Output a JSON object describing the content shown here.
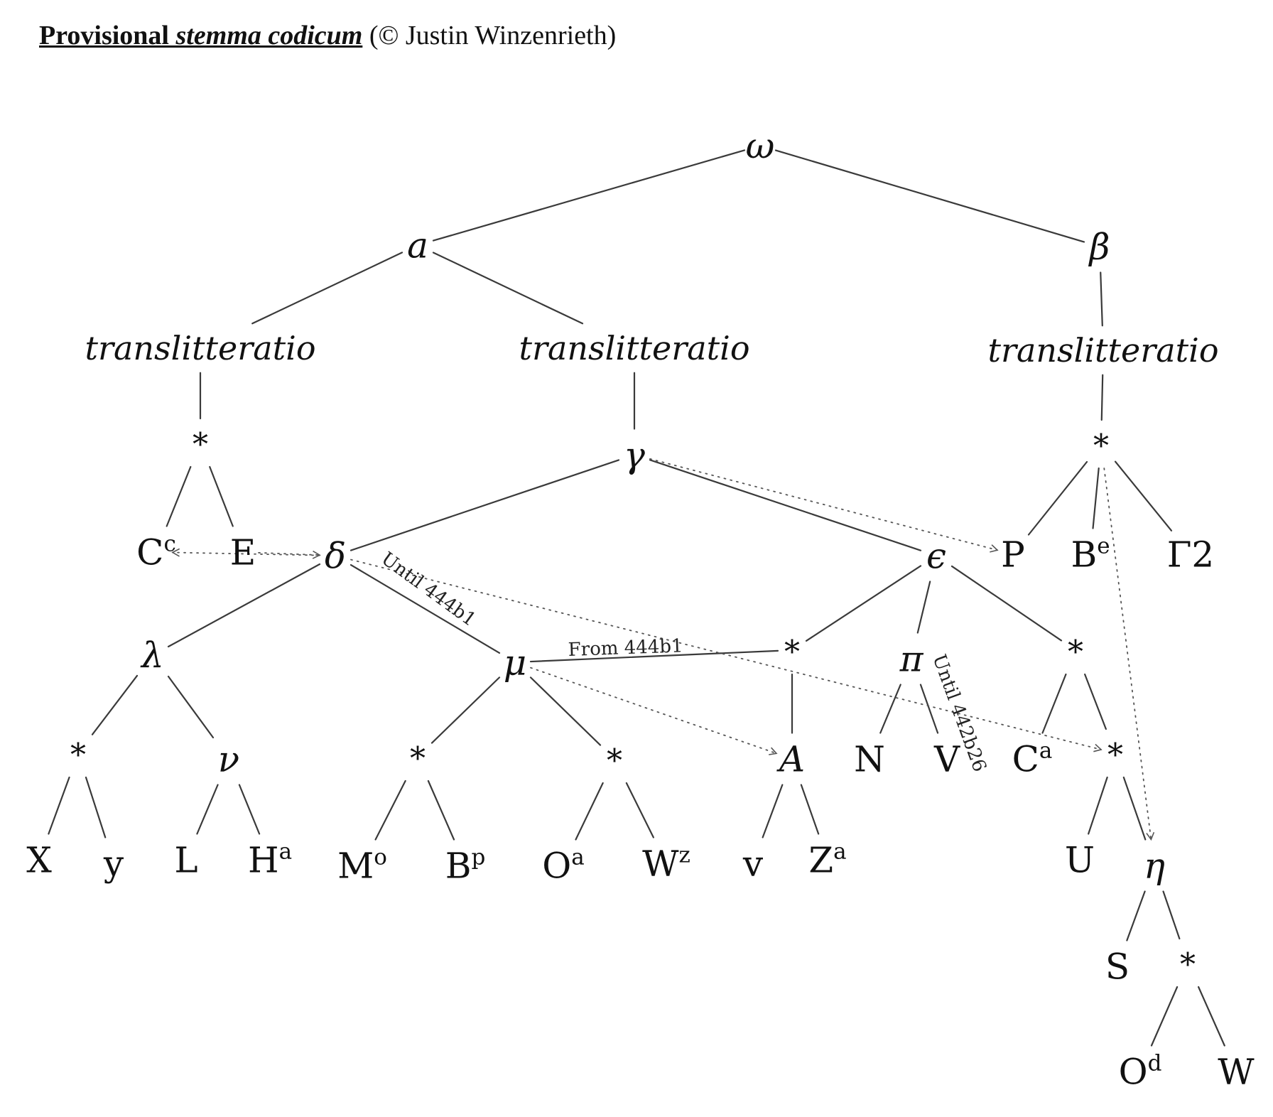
{
  "header": {
    "bold_prefix": "Provisional ",
    "bold_italic": "stemma codicum",
    "suffix": " (© Justin Winzenrieth)"
  },
  "nodes": [
    {
      "id": "omega",
      "label": "ω",
      "italic": true
    },
    {
      "id": "a",
      "label": "a",
      "italic": true
    },
    {
      "id": "beta",
      "label": "β",
      "italic": true
    },
    {
      "id": "tr1",
      "label": "translitteratio",
      "italic": true
    },
    {
      "id": "tr2",
      "label": "translitteratio",
      "italic": true
    },
    {
      "id": "tr3",
      "label": "translitteratio",
      "italic": true
    },
    {
      "id": "s1",
      "label": "*"
    },
    {
      "id": "gamma",
      "label": "γ",
      "italic": true
    },
    {
      "id": "s2",
      "label": "*"
    },
    {
      "id": "Cc",
      "label": "C",
      "sup": "c"
    },
    {
      "id": "E",
      "label": "E"
    },
    {
      "id": "delta",
      "label": "δ",
      "italic": true
    },
    {
      "id": "epsilon",
      "label": "ϵ",
      "italic": true
    },
    {
      "id": "P",
      "label": "P"
    },
    {
      "id": "Be",
      "label": "B",
      "sup": "e"
    },
    {
      "id": "G2",
      "label": "Γ2"
    },
    {
      "id": "lambda",
      "label": "λ",
      "italic": true
    },
    {
      "id": "mu",
      "label": "μ",
      "italic": true
    },
    {
      "id": "s3",
      "label": "*"
    },
    {
      "id": "pi",
      "label": "π",
      "italic": true
    },
    {
      "id": "s4",
      "label": "*"
    },
    {
      "id": "s5",
      "label": "*"
    },
    {
      "id": "nu",
      "label": "ν",
      "italic": true
    },
    {
      "id": "s6",
      "label": "*"
    },
    {
      "id": "s7",
      "label": "*"
    },
    {
      "id": "Aital",
      "label": "A",
      "italic": true
    },
    {
      "id": "N",
      "label": "N"
    },
    {
      "id": "V",
      "label": "V"
    },
    {
      "id": "Ca",
      "label": "C",
      "sup": "a"
    },
    {
      "id": "s8",
      "label": "*"
    },
    {
      "id": "X",
      "label": "X"
    },
    {
      "id": "y",
      "label": "y"
    },
    {
      "id": "L",
      "label": "L"
    },
    {
      "id": "Ha",
      "label": "H",
      "sup": "a"
    },
    {
      "id": "Mo",
      "label": "M",
      "sup": "o"
    },
    {
      "id": "Bp",
      "label": "B",
      "sup": "p"
    },
    {
      "id": "Oa",
      "label": "O",
      "sup": "a"
    },
    {
      "id": "Wz",
      "label": "W",
      "sup": "z"
    },
    {
      "id": "v",
      "label": "v"
    },
    {
      "id": "Za",
      "label": "Z",
      "sup": "a"
    },
    {
      "id": "U",
      "label": "U"
    },
    {
      "id": "eta",
      "label": "η",
      "italic": true
    },
    {
      "id": "S",
      "label": "S"
    },
    {
      "id": "s9",
      "label": "*"
    },
    {
      "id": "Od",
      "label": "O",
      "sup": "d"
    },
    {
      "id": "W",
      "label": "W"
    }
  ],
  "edges": [
    [
      "omega",
      "a"
    ],
    [
      "omega",
      "beta"
    ],
    [
      "a",
      "tr1"
    ],
    [
      "a",
      "tr2"
    ],
    [
      "beta",
      "tr3"
    ],
    [
      "tr1",
      "s1"
    ],
    [
      "tr2",
      "gamma"
    ],
    [
      "tr3",
      "s2"
    ],
    [
      "s1",
      "Cc"
    ],
    [
      "s1",
      "E"
    ],
    [
      "gamma",
      "delta"
    ],
    [
      "gamma",
      "epsilon"
    ],
    [
      "s2",
      "P"
    ],
    [
      "s2",
      "Be"
    ],
    [
      "s2",
      "G2"
    ],
    [
      "delta",
      "lambda"
    ],
    [
      "delta",
      "mu"
    ],
    [
      "epsilon",
      "s3"
    ],
    [
      "epsilon",
      "pi"
    ],
    [
      "epsilon",
      "s4"
    ],
    [
      "mu",
      "s3"
    ],
    [
      "lambda",
      "s5"
    ],
    [
      "lambda",
      "nu"
    ],
    [
      "mu",
      "s6"
    ],
    [
      "mu",
      "s7"
    ],
    [
      "s3",
      "Aital"
    ],
    [
      "pi",
      "N"
    ],
    [
      "pi",
      "V"
    ],
    [
      "s4",
      "Ca"
    ],
    [
      "s4",
      "s8"
    ],
    [
      "s5",
      "X"
    ],
    [
      "s5",
      "y"
    ],
    [
      "nu",
      "L"
    ],
    [
      "nu",
      "Ha"
    ],
    [
      "s6",
      "Mo"
    ],
    [
      "s6",
      "Bp"
    ],
    [
      "s7",
      "Oa"
    ],
    [
      "s7",
      "Wz"
    ],
    [
      "Aital",
      "v"
    ],
    [
      "Aital",
      "Za"
    ],
    [
      "s8",
      "U"
    ],
    [
      "s8",
      "eta"
    ],
    [
      "eta",
      "S"
    ],
    [
      "eta",
      "s9"
    ],
    [
      "s9",
      "Od"
    ],
    [
      "s9",
      "W"
    ]
  ],
  "contamination": [
    {
      "from": "gamma",
      "to": "P"
    },
    {
      "from": "E",
      "to": "delta"
    },
    {
      "from": "delta",
      "to": "Cc"
    },
    {
      "from": "delta",
      "to": "s8"
    },
    {
      "from": "mu",
      "to": "Aital"
    },
    {
      "from": "s2",
      "to": "eta"
    }
  ],
  "annotations": [
    {
      "id": "until444",
      "text": "Until 444b1"
    },
    {
      "id": "from444",
      "text": "From 444b1"
    },
    {
      "id": "until442",
      "text": "Until 442b26"
    }
  ]
}
